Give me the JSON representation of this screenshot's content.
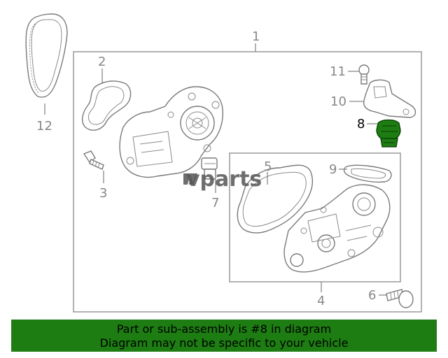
{
  "diagram": {
    "callouts": [
      {
        "id": "1",
        "label": "1",
        "active": false
      },
      {
        "id": "2",
        "label": "2",
        "active": false
      },
      {
        "id": "3",
        "label": "3",
        "active": false
      },
      {
        "id": "4",
        "label": "4",
        "active": false
      },
      {
        "id": "5",
        "label": "5",
        "active": false
      },
      {
        "id": "6",
        "label": "6",
        "active": false
      },
      {
        "id": "7",
        "label": "7",
        "active": false
      },
      {
        "id": "8",
        "label": "8",
        "active": true
      },
      {
        "id": "9",
        "label": "9",
        "active": false
      },
      {
        "id": "10",
        "label": "10",
        "active": false
      },
      {
        "id": "11",
        "label": "11",
        "active": false
      },
      {
        "id": "12",
        "label": "12",
        "active": false
      }
    ],
    "highlight_color": "#1d7d12",
    "line_color": "#888888"
  },
  "watermark": {
    "text": "vparts"
  },
  "banner": {
    "line1": "Part or sub-assembly is #8 in diagram",
    "line2": "Diagram may not be specific to your vehicle",
    "background": "#1d7d12"
  }
}
